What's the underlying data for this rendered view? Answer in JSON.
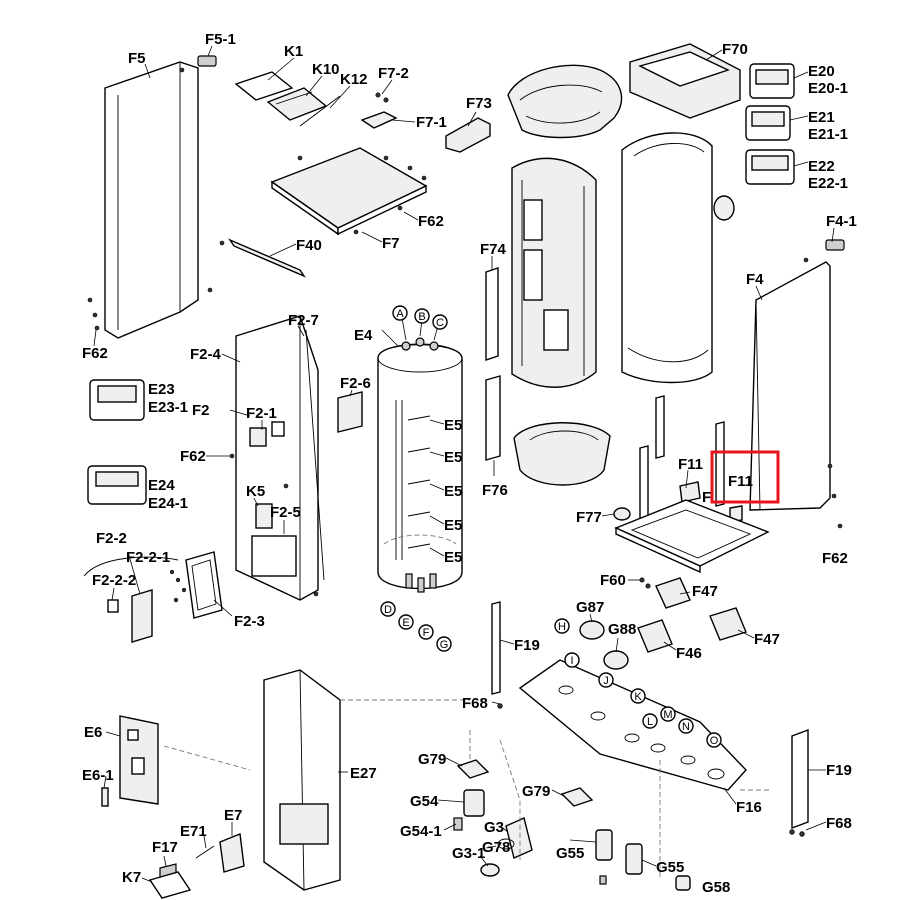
{
  "labels": {
    "F5": "F5",
    "F5_1": "F5-1",
    "K1": "K1",
    "K10": "K10",
    "K12": "K12",
    "F7_2": "F7-2",
    "F7_1": "F7-1",
    "F73": "F73",
    "F70": "F70",
    "E20": "E20",
    "E20_1": "E20-1",
    "E21": "E21",
    "E21_1": "E21-1",
    "E22": "E22",
    "E22_1": "E22-1",
    "F4_1": "F4-1",
    "F4": "F4",
    "F62_a": "F62",
    "F62_b": "F62",
    "F62_c": "F62",
    "F62_d": "F62",
    "F7": "F7",
    "F40": "F40",
    "F74": "F74",
    "F2_7": "F2-7",
    "F2_4": "F2-4",
    "E4": "E4",
    "F2_6": "F2-6",
    "E23": "E23",
    "E23_1": "E23-1",
    "F2": "F2",
    "F2_1": "F2-1",
    "E5_1": "E5",
    "E5_2": "E5",
    "E5_3": "E5",
    "E5_4": "E5",
    "E5_5": "E5",
    "F76": "F76",
    "F11_a": "F11",
    "F11_b": "F11",
    "F11_c": "F",
    "F77": "F77",
    "E24": "E24",
    "E24_1": "E24-1",
    "K5": "K5",
    "F2_5": "F2-5",
    "F2_2": "F2-2",
    "F2_2_1": "F2-2-1",
    "F2_2_2": "F2-2-2",
    "F2_3": "F2-3",
    "F60": "F60",
    "F47_a": "F47",
    "F47_b": "F47",
    "G87": "G87",
    "G88": "G88",
    "F46": "F46",
    "F19_a": "F19",
    "F19_b": "F19",
    "F68_a": "F68",
    "F68_b": "F68",
    "F16": "F16",
    "E6": "E6",
    "E6_1": "E6-1",
    "E27": "E27",
    "G79_a": "G79",
    "G79_b": "G79",
    "G54": "G54",
    "G54_1": "G54-1",
    "G3": "G3",
    "G78": "G78",
    "G3_1": "G3-1",
    "G55_a": "G55",
    "G55_b": "G55",
    "G58": "G58",
    "E71": "E71",
    "E7": "E7",
    "F17": "F17",
    "K7": "K7"
  },
  "circle_labels": {
    "A": "A",
    "B": "B",
    "C": "C",
    "D": "D",
    "E": "E",
    "F": "F",
    "G": "G",
    "H": "H",
    "I": "I",
    "J": "J",
    "K": "K",
    "L": "L",
    "M": "M",
    "N": "N",
    "O": "O"
  },
  "highlight": {
    "target": "F11",
    "color": "#e8141c"
  }
}
